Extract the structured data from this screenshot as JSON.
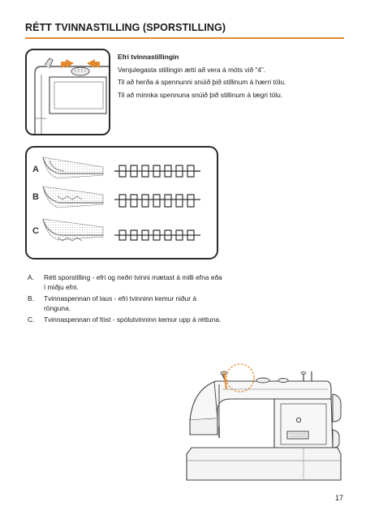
{
  "header": {
    "title": "RÉTT TVINNASTILLING (SPORSTILLING)",
    "accent_color": "#e38a2e"
  },
  "upper_section": {
    "subheading": "Efri tvinnastillingin",
    "lines": [
      "Venjulegasta stillingin ætti að vera á móts við “4”.",
      "Til að herða á spennunni snúið þið stillinum á hærri tölu.",
      "Til að minnka spennuna snúið þið stillinum á lægri tölu."
    ]
  },
  "stitch_figure": {
    "rows": [
      {
        "label": "A",
        "id": "a"
      },
      {
        "label": "B",
        "id": "b"
      },
      {
        "label": "C",
        "id": "c"
      }
    ]
  },
  "notes": [
    {
      "marker": "A.",
      "text": "Rétt sporstilling - efri og neðri tvinni mætast á milli efna eða í miðju efni."
    },
    {
      "marker": "B.",
      "text": "Tvinnaspennan of laus - efri tvinninn kemur niður á rönguna."
    },
    {
      "marker": "C.",
      "text": "Tvinnaspennan of föst - spólutvinninn kemur upp á réttuna."
    }
  ],
  "footer": {
    "page_number": "17"
  },
  "icons": [
    "arrow-left-icon",
    "arrow-right-icon",
    "tension-dial-icon",
    "highlight-circle-icon"
  ]
}
